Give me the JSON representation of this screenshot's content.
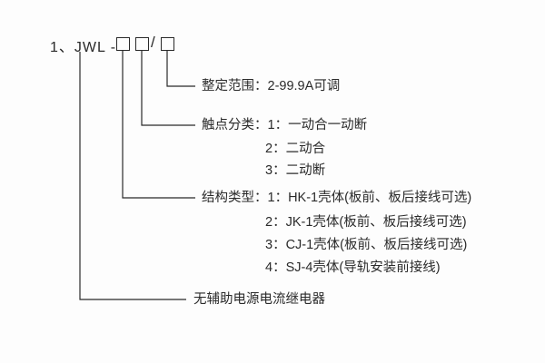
{
  "model": {
    "prefix": "1、JWL -",
    "slash": "/"
  },
  "annotations": {
    "setting_range": {
      "label": "整定范围：2-99.9A可调"
    },
    "contact_class": {
      "title": "触点分类：1：一动合一动断",
      "item2": "2：二动合",
      "item3": "3：二动断"
    },
    "structure_type": {
      "title": "结构类型：1：HK-1壳体(板前、板后接线可选)",
      "item2": "2：JK-1壳体(板前、板后接线可选)",
      "item3": "3：CJ-1壳体(板前、板后接线可选)",
      "item4": "4：SJ-4壳体(导轨安装前接线)"
    },
    "relay_name": {
      "label": "无辅助电源电流继电器"
    }
  }
}
